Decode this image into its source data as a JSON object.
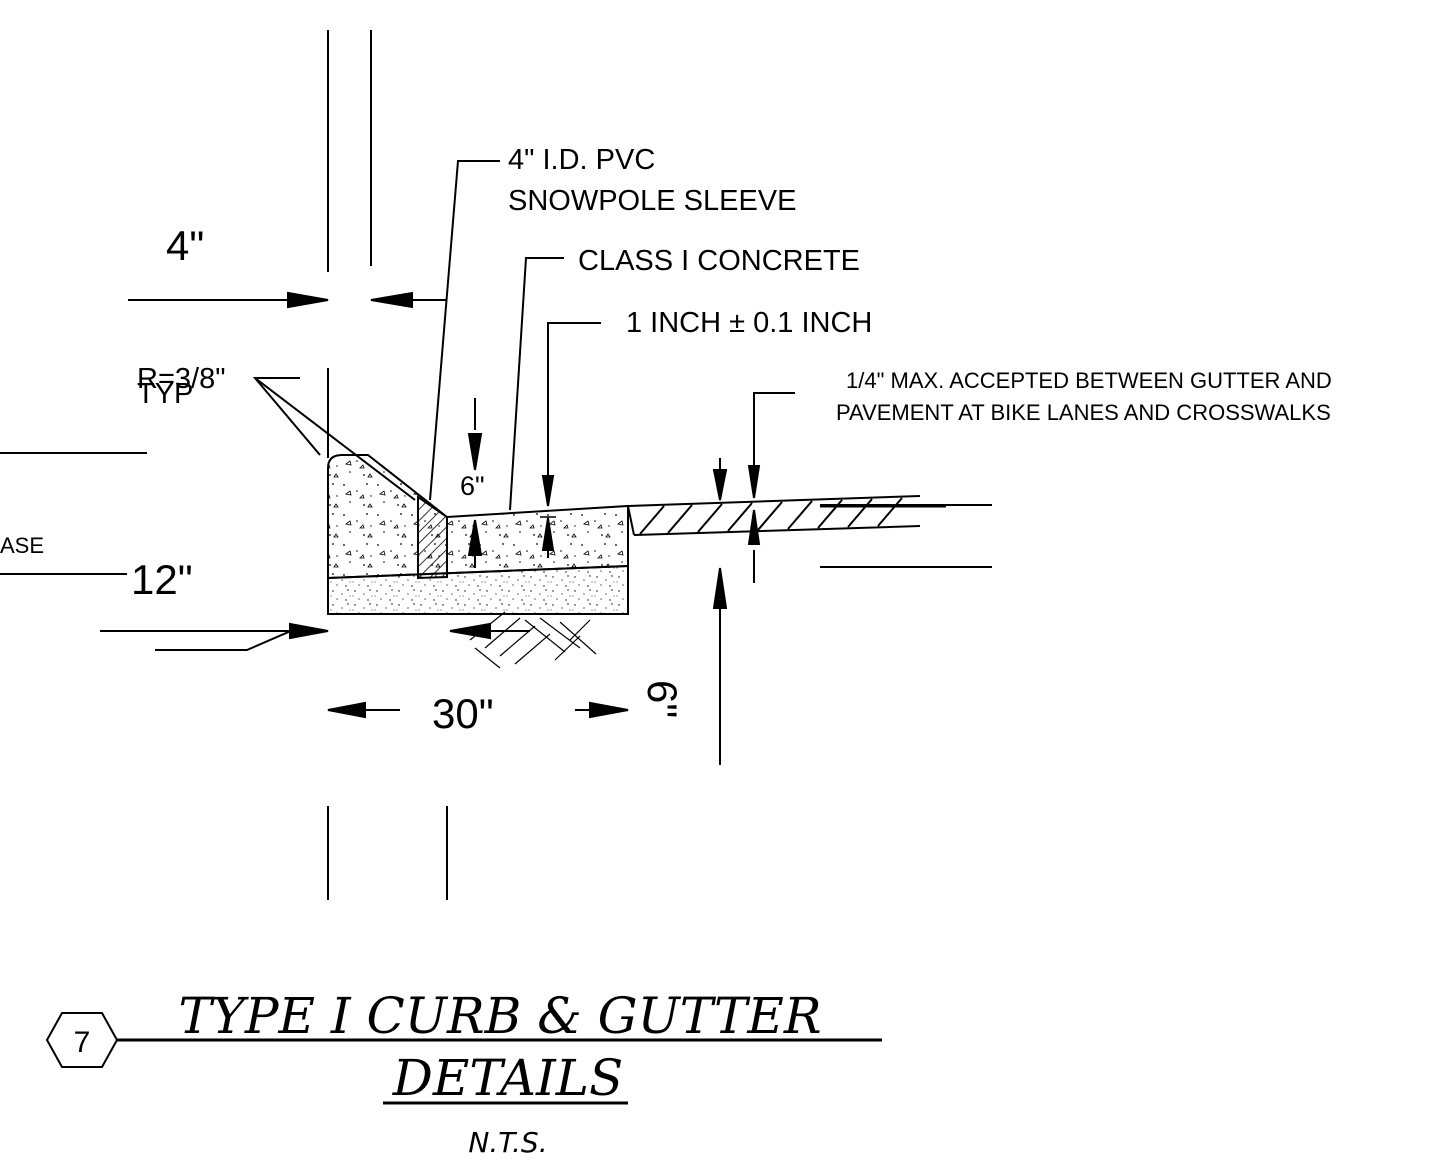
{
  "labels": {
    "dim_4in": "4\"",
    "pvc_line1": "4\" I.D. PVC",
    "pvc_line2": "SNOWPOLE SLEEVE",
    "concrete": "CLASS I CONCRETE",
    "tolerance": "1 INCH ± 0.1 INCH",
    "max_line1": "1/4\" MAX. ACCEPTED BETWEEN GUTTER AND",
    "max_line2": "PAVEMENT AT BIKE LANES AND CROSSWALKS",
    "radius_line1": "R=3/8\"",
    "radius_line2": "TYP",
    "dim_6in_upper": "6\"",
    "base_fragment": "ASE",
    "dim_12in": "12\"",
    "dim_30in": "30\"",
    "dim_6in_rotated": "6\""
  },
  "title": {
    "number": "7",
    "line1": "TYPE I CURB & GUTTER",
    "line2": "DETAILS",
    "scale": "N.T.S."
  },
  "colors": {
    "ink": "#000000",
    "paper": "#ffffff"
  }
}
